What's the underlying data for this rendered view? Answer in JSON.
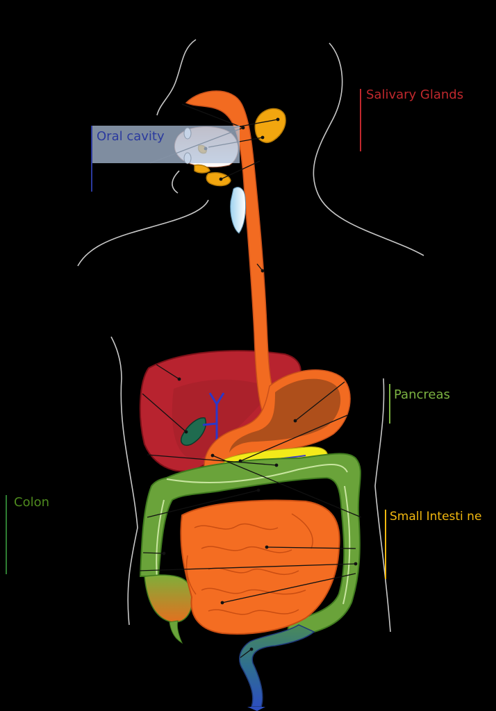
{
  "labels": {
    "oral_cavity": "Oral cavity",
    "salivary_glands": "Salivary Glands",
    "pancreas": "Pancreas",
    "colon": "Colon",
    "small_intestine": "Small Intesti ne"
  },
  "colors": {
    "background": "#000000",
    "oral_cavity": "#2b3a9e",
    "salivary_glands": "#c0282d",
    "pancreas": "#7cb342",
    "colon": "#2e7d32",
    "small_intestine": "#f2b80f",
    "esophagus": "#f26b21",
    "liver": "#b8232f",
    "colon_fill": "#6aa33a",
    "small_intestine_fill": "#f46d22"
  }
}
